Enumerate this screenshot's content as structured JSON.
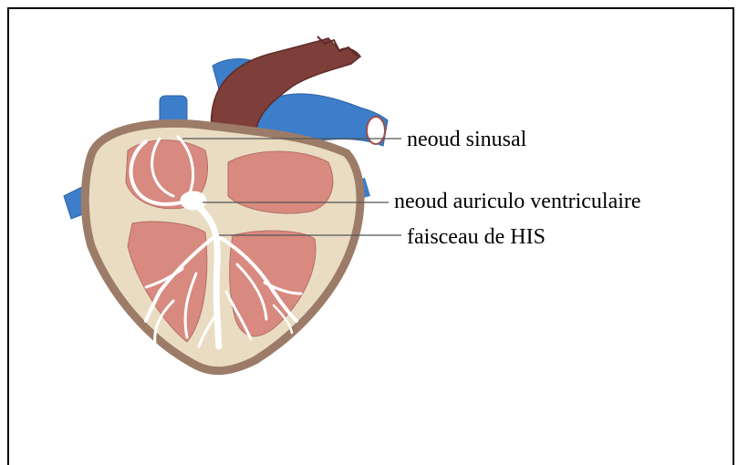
{
  "diagram": {
    "labels": {
      "sinusal": "neoud sinusal",
      "av_node": "neoud auriculo ventriculaire",
      "his": "faisceau de HIS"
    },
    "colors": {
      "frame": "#000000",
      "wall": "#e9dcc2",
      "wall_edge": "#9c7c68",
      "muscle": "#d88a80",
      "aorta": "#7e3f3a",
      "veins": "#3d7ecb",
      "conduction": "#ffffff",
      "leader_line": "#555555"
    }
  }
}
